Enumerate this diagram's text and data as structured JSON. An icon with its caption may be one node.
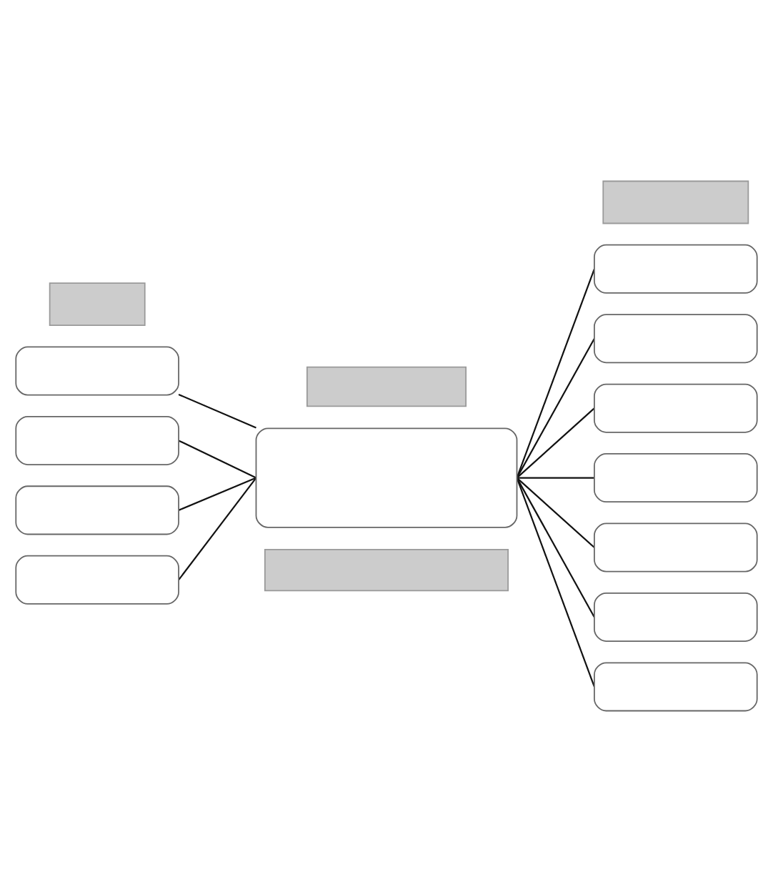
{
  "diagram": {
    "nodes": [
      {
        "text": [],
        "shape": "bar"
      },
      {
        "text": [],
        "shape": "box"
      },
      {
        "text": [],
        "shape": "bar"
      },
      {
        "text": [],
        "shape": "box"
      },
      {
        "text": [],
        "shape": "bar"
      },
      {
        "text": [],
        "shape": "box"
      },
      {
        "text": [],
        "shape": "box"
      },
      {
        "text": [],
        "shape": "box"
      },
      {
        "text": [],
        "shape": "box"
      },
      {
        "text": [],
        "shape": "box"
      },
      {
        "text": [],
        "shape": "box"
      },
      {
        "text": [],
        "shape": "box"
      },
      {
        "text": [],
        "shape": "bar"
      },
      {
        "text": [],
        "shape": "box"
      },
      {
        "text": [],
        "shape": "box"
      },
      {
        "text": [],
        "shape": "box"
      }
    ],
    "edges": [
      {
        "from": 1,
        "to": 3,
        "arrow": "none"
      },
      {
        "from": 3,
        "to": 5,
        "arrow": "none"
      },
      {
        "from": 3,
        "to": 6,
        "arrow": "none"
      },
      {
        "from": 3,
        "to": 7,
        "arrow": "none"
      },
      {
        "from": 3,
        "to": 8,
        "arrow": "none"
      },
      {
        "from": 3,
        "to": 9,
        "arrow": "none"
      },
      {
        "from": 3,
        "to": 10,
        "arrow": "none"
      },
      {
        "from": 3,
        "to": 11,
        "arrow": "none"
      },
      {
        "from": 13,
        "to": 3,
        "arrow": "none"
      },
      {
        "from": 14,
        "to": 3,
        "arrow": "none"
      },
      {
        "from": 15,
        "to": 3,
        "arrow": "none"
      }
    ]
  }
}
